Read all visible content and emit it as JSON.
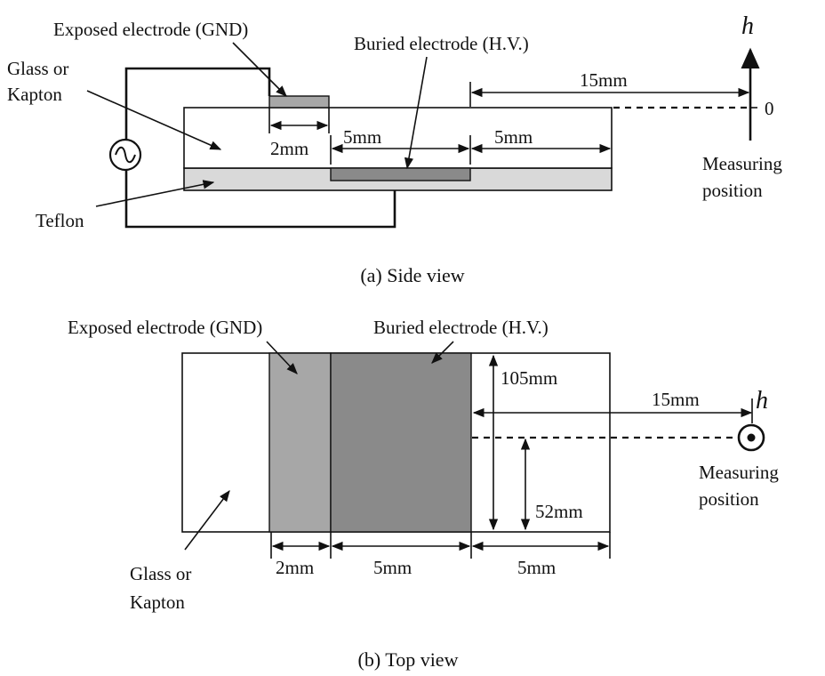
{
  "side_view": {
    "caption": "(a) Side view",
    "exposed_electrode_label": "Exposed electrode (GND)",
    "buried_electrode_label": "Buried electrode (H.V.)",
    "dielectric_label_line1": "Glass or",
    "dielectric_label_line2": "Kapton",
    "teflon_label": "Teflon",
    "dim_2mm": "2mm",
    "dim_5mm_a": "5mm",
    "dim_5mm_b": "5mm",
    "dim_15mm": "15mm",
    "axis_label": "h",
    "zero_label": "0",
    "measuring_line1": "Measuring",
    "measuring_line2": "position",
    "ac_source_icon": "ac-source-icon"
  },
  "top_view": {
    "caption": "(b) Top view",
    "exposed_electrode_label": "Exposed electrode (GND)",
    "buried_electrode_label": "Buried electrode (H.V.)",
    "dielectric_label_line1": "Glass or",
    "dielectric_label_line2": "Kapton",
    "dim_2mm": "2mm",
    "dim_5mm_a": "5mm",
    "dim_5mm_b": "5mm",
    "dim_15mm": "15mm",
    "dim_105mm": "105mm",
    "dim_52mm": "52mm",
    "axis_label": "h",
    "measuring_line1": "Measuring",
    "measuring_line2": "position",
    "axis_out_icon": "dot-in-circle-icon"
  },
  "colors": {
    "exposed_electrode": "#a7a7a7",
    "buried_electrode": "#8a8a8a",
    "teflon": "#d9d9d9",
    "dielectric": "#ffffff",
    "line": "#111111"
  }
}
